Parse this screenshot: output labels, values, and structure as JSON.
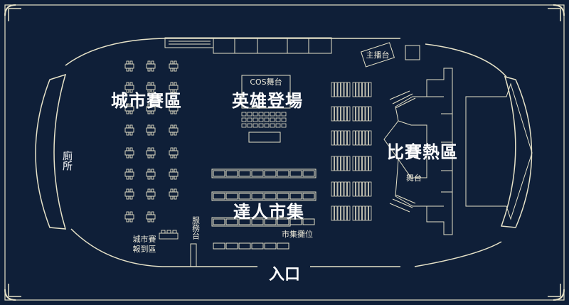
{
  "map": {
    "colors": {
      "background": "#0f1f38",
      "line": "#e6e2c8",
      "text": "#ffffff"
    },
    "zones": {
      "city_arena": "城市賽區",
      "hero_stage": "英雄登場",
      "match_hot_zone": "比賽熱區",
      "expert_market": "達人市集"
    },
    "facilities": {
      "restroom": "廁所",
      "cos_stage": "COS舞台",
      "main_broadcast": "主播台",
      "stage": "舞台",
      "service_desk": "服務台",
      "market_booth": "市集攤位",
      "city_checkin_line1": "城市賽",
      "city_checkin_line2": "報到區"
    },
    "entrance": "入口"
  }
}
